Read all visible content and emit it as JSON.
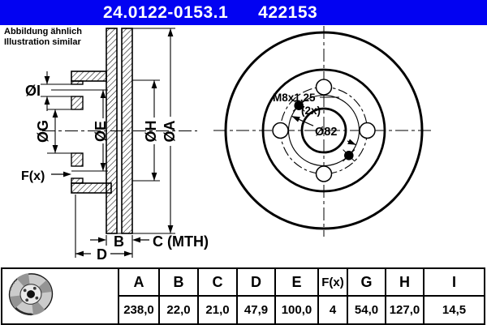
{
  "header": {
    "part_number": "24.0122-0153.1",
    "ref_number": "422153",
    "bg_color": "#0202f2",
    "text_color": "#ffffff"
  },
  "note": {
    "line1": "Abbildung ähnlich",
    "line2": "Illustration similar"
  },
  "section_view": {
    "dim_i": "ØI",
    "dim_g": "ØG",
    "dim_e": "ØE",
    "dim_h": "ØH",
    "dim_a": "ØA",
    "dim_f": "F(x)",
    "dim_b": "B",
    "dim_c": "C (MTH)",
    "dim_d": "D"
  },
  "front_view": {
    "thread_label": "M8x1,25",
    "thread_count": "(2x)",
    "pitch_label": "Ø82"
  },
  "table": {
    "columns": [
      "A",
      "B",
      "C",
      "D",
      "E",
      "F(x)",
      "G",
      "H",
      "I"
    ],
    "values": [
      "238,0",
      "22,0",
      "21,0",
      "47,9",
      "100,0",
      "4",
      "54,0",
      "127,0",
      "14,5"
    ]
  },
  "colors": {
    "ink": "#000000",
    "paper": "#ffffff",
    "header_bg": "#0202f2"
  }
}
